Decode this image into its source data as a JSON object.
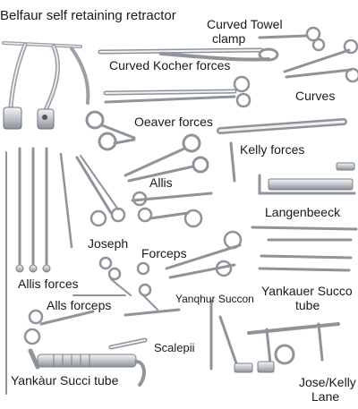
{
  "labels": {
    "belfaur": "Belfaur self retaining retractor",
    "towel_line1": "Curved Towel",
    "towel_line2": "clamp",
    "kocher": "Curved Kocher forces",
    "curves": "Curves",
    "oeaver": "Oeaver forces",
    "kelly": "Kelly forces",
    "allis_top": "Allis",
    "langenbeeck": "Langenbeeck",
    "joseph": "Joseph",
    "forceps": "Forceps",
    "allis_forces": "Allis forces",
    "yankauer_right_line1": "Yankauer Succo",
    "yankauer_right_line2": "tube",
    "alls_forceps": "Alls forceps",
    "yanqhur": "Yanqhur Succon",
    "scalepii": "Scalepii",
    "yankaur_bottom": "Yankàur Succi tube",
    "jose_line1": "Jose/Kelly",
    "jose_line2": "Lane"
  },
  "colors": {
    "metal_light": "#e6e9ec",
    "metal_mid": "#b9bec4",
    "metal_dark": "#7d838a",
    "text": "#1a1a1a"
  }
}
